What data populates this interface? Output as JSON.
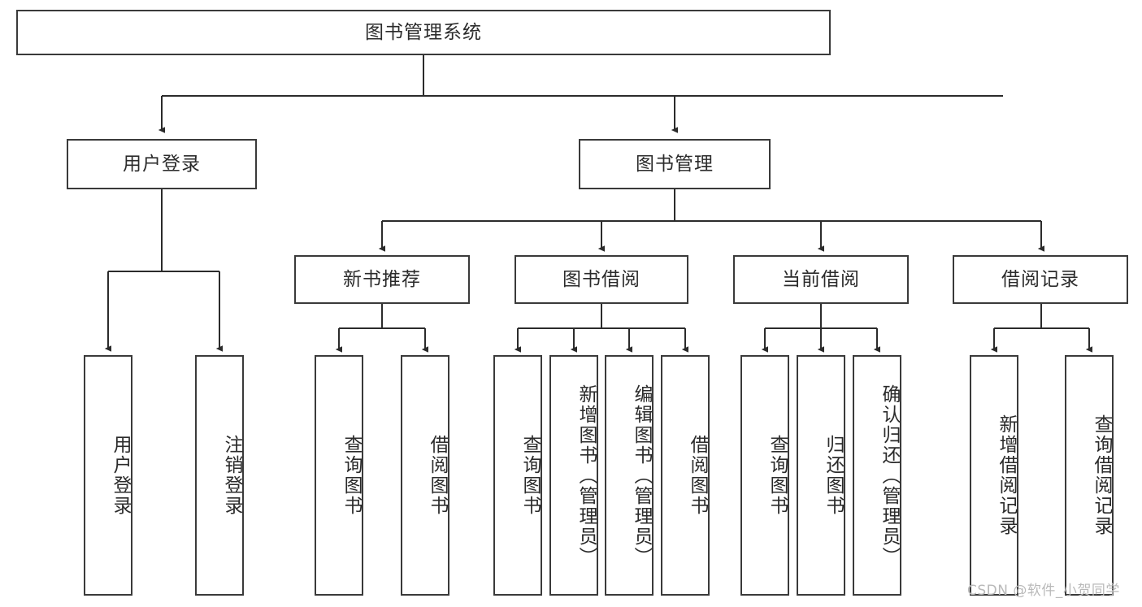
{
  "diagram": {
    "title": "图书管理系统",
    "watermark": "CSDN @软件_小贺同学",
    "colors": {
      "node_border": "#3a3a3a",
      "node_fill": "#ffffff",
      "edge": "#2b2b2b",
      "text": "#2b2b2b",
      "watermark": "#b9b9b9",
      "background": "#ffffff"
    },
    "root": {
      "label": "图书管理系统"
    },
    "level2": [
      {
        "label": "用户登录"
      },
      {
        "label": "图书管理"
      }
    ],
    "level3": [
      {
        "label": "新书推荐"
      },
      {
        "label": "图书借阅"
      },
      {
        "label": "当前借阅"
      },
      {
        "label": "借阅记录"
      }
    ],
    "leaves": {
      "user_login": [
        {
          "label": "用户登录"
        },
        {
          "label": "注销登录"
        }
      ],
      "new_book_recommend": [
        {
          "label": "查询图书"
        },
        {
          "label": "借阅图书"
        }
      ],
      "book_borrow": [
        {
          "label": "查询图书"
        },
        {
          "label": "新增图书（管理员）"
        },
        {
          "label": "编辑图书（管理员）"
        },
        {
          "label": "借阅图书"
        }
      ],
      "current_borrow": [
        {
          "label": "查询图书"
        },
        {
          "label": "归还图书"
        },
        {
          "label": "确认归还（管理员）"
        }
      ],
      "borrow_record": [
        {
          "label": "新增借阅记录"
        },
        {
          "label": "查询借阅记录"
        }
      ]
    }
  }
}
